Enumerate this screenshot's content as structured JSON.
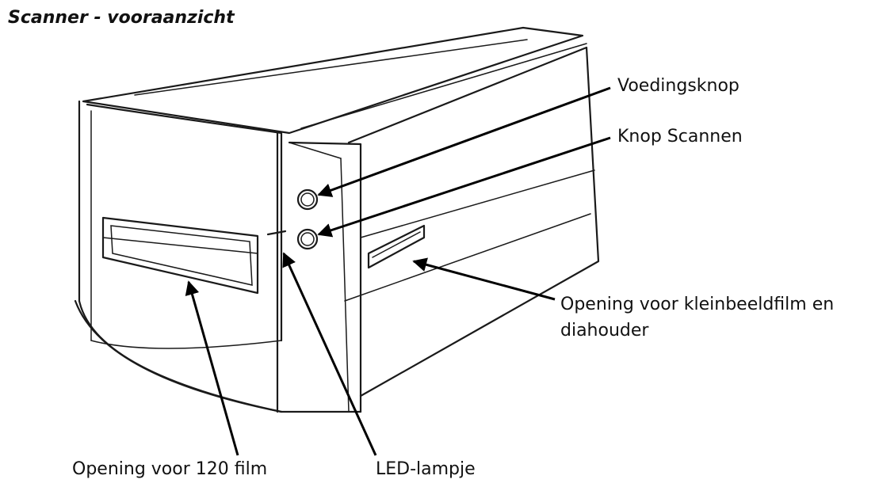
{
  "title": "Scanner - vooraanzicht",
  "labels": {
    "power_button": "Voedingsknop",
    "scan_button": "Knop Scannen",
    "slot_line1": "Opening voor kleinbeeldfilm en",
    "slot_line2": "diahouder",
    "film120": "Opening voor 120 film",
    "led": "LED-lampje"
  }
}
